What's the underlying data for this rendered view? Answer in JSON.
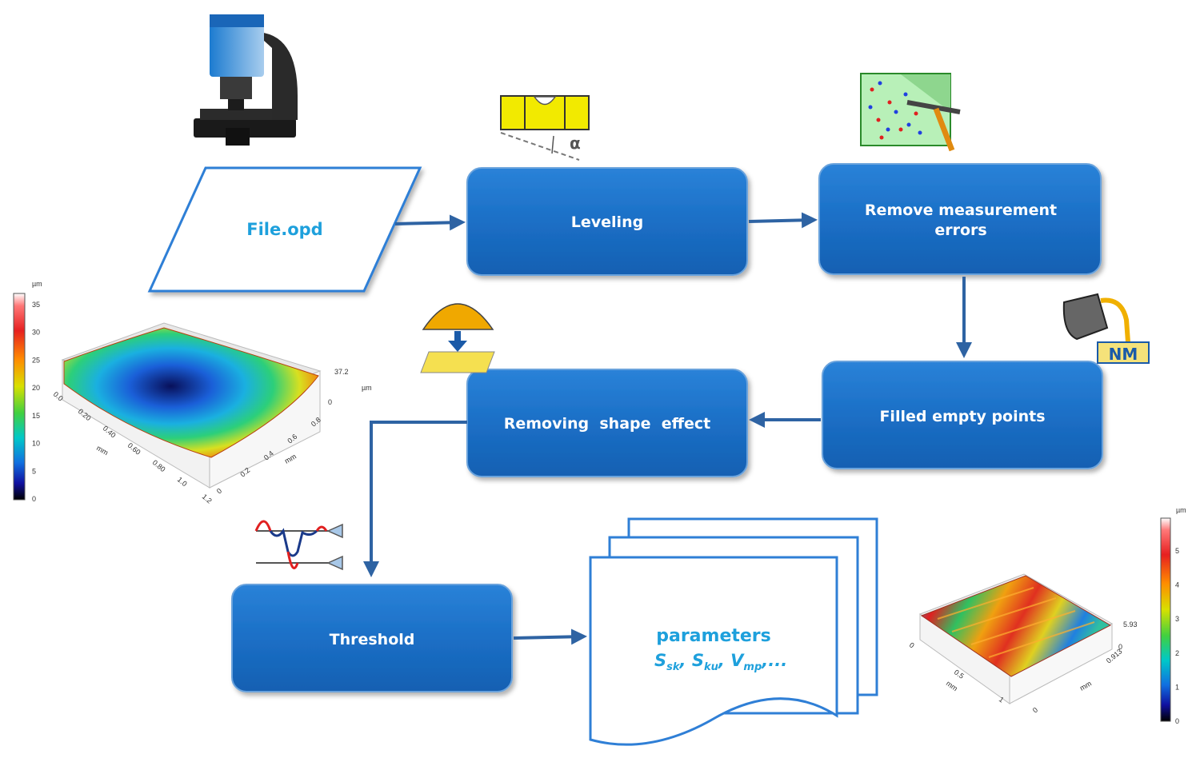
{
  "diagram": {
    "input_file": "File.opd",
    "steps": {
      "leveling": "Leveling",
      "remove_errors_1": "Remove measurement",
      "remove_errors_2": "errors",
      "filled": "Filled empty points",
      "shape": "Removing  shape  effect",
      "threshold": "Threshold"
    },
    "output": {
      "title": "parameters",
      "formula": {
        "s1": "S",
        "s1sub": "sk",
        "c1": ", ",
        "s2": "S",
        "s2sub": "ku",
        "c2": ", ",
        "s3": "V",
        "s3sub": "mp",
        "tail": ",..."
      }
    },
    "icons": {
      "leveling_alpha": "α",
      "filling_label": "NM"
    },
    "colors": {
      "box_fill": "#1b6fc6",
      "box_border": "#6aa3dd",
      "arrow": "#2e63a3",
      "accent_text": "#1ea0dc"
    }
  },
  "plot_left": {
    "colorbar_unit": "µm",
    "colorbar_ticks": [
      "35",
      "30",
      "25",
      "20",
      "15",
      "10",
      "5",
      "0"
    ],
    "x_ticks": [
      "0.0",
      "0.20",
      "0.40",
      "0.60",
      "0.80",
      "1.0",
      "1.2"
    ],
    "x_label": "mm",
    "y_ticks": [
      "0",
      "0.2",
      "0.4",
      "0.6",
      "0.8"
    ],
    "y_label": "mm",
    "z_max": "37.2",
    "z_min": "0",
    "z_unit": "µm"
  },
  "plot_right": {
    "colorbar_unit": "µm",
    "colorbar_ticks": [
      "5",
      "4",
      "3",
      "2",
      "1",
      "0"
    ],
    "x_ticks": [
      "0",
      "0.5",
      "1"
    ],
    "x_label": "mm",
    "y_ticks": [
      "0",
      "0.913"
    ],
    "y_label": "mm",
    "z_max": "5.93",
    "z_min": "0"
  }
}
